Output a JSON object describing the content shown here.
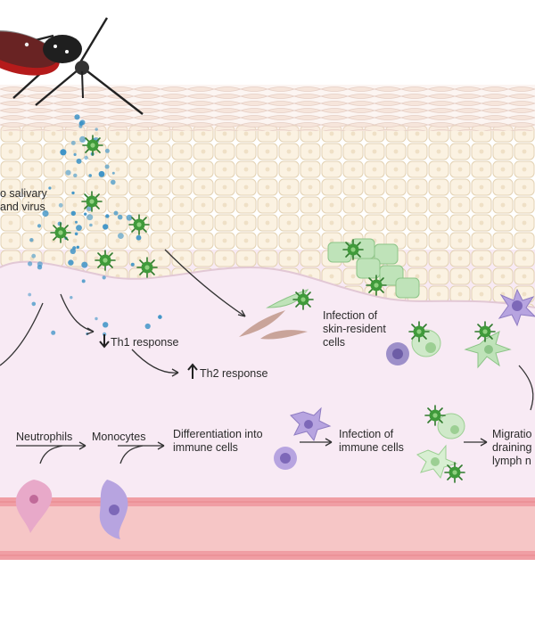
{
  "labels": {
    "saliva": [
      "o salivary",
      "and virus"
    ],
    "th1": "Th1 response",
    "th2": "Th2 response",
    "skin_infection": [
      "Infection of",
      "skin-resident",
      "cells"
    ],
    "neutrophils": "Neutrophils",
    "monocytes": "Monocytes",
    "differentiation": [
      "Differentiation into",
      "immune cells"
    ],
    "immune_infection": [
      "Infection of",
      "immune cells"
    ],
    "migration": [
      "Migratio",
      "draining",
      "lymph n"
    ]
  },
  "icons": {
    "virus": "virus-icon",
    "mosquito": "mosquito-icon",
    "dendritic": "dendritic-cell-icon",
    "monocyte": "monocyte-icon"
  },
  "colors": {
    "epidermis": "#f7ecd6",
    "dermis": "#f8eaf4",
    "vessel": "#f3b3b6",
    "virus": "#3f9a3a",
    "saliva": "#3f94c7",
    "dendritic": "#9c86c9",
    "infected_cell": "#bfe3b9"
  }
}
